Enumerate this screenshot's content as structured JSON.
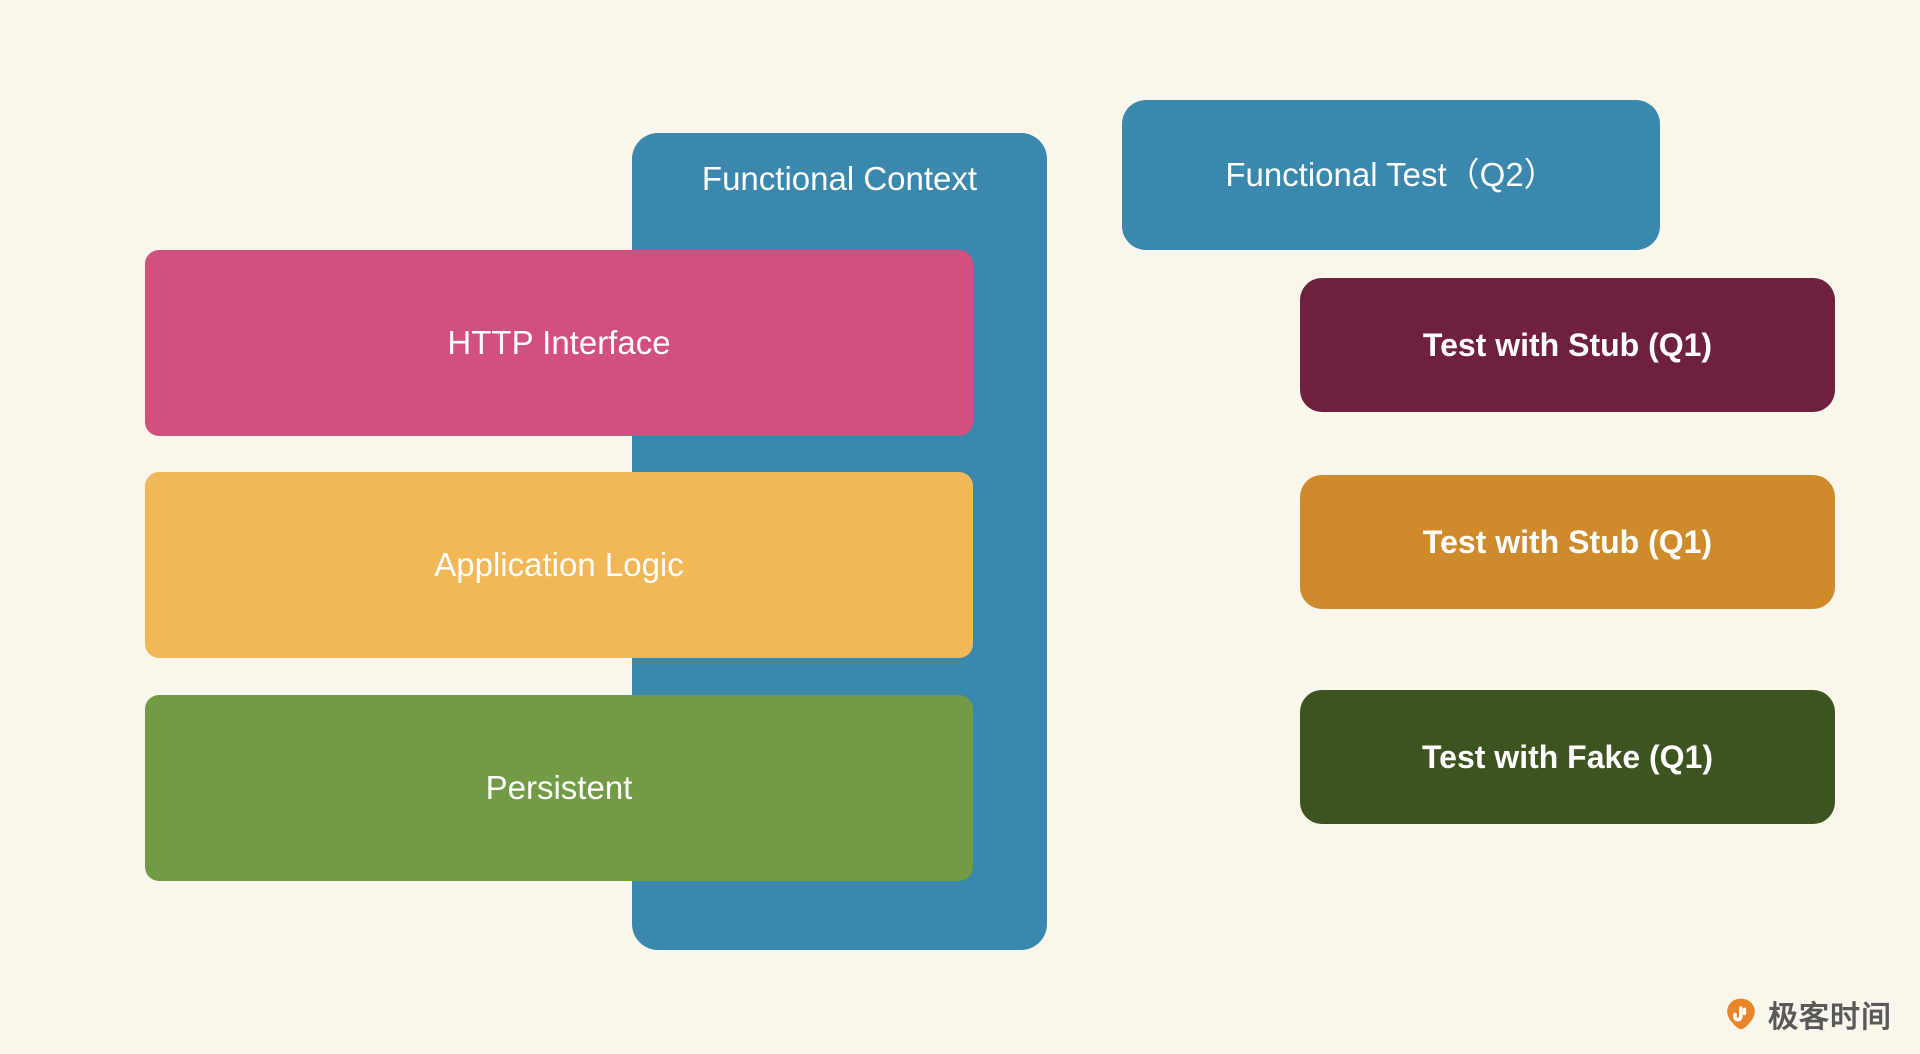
{
  "page": {
    "background_color": "#faf6ec",
    "title": "Functional Context and Test Scope Diagram"
  },
  "left_group": {
    "container": {
      "label": "Functional Context",
      "color": "#3a88ad"
    },
    "layers": [
      {
        "label": "HTTP Interface",
        "color": "#d2507f"
      },
      {
        "label": "Application Logic",
        "color": "#f2b756"
      },
      {
        "label": "Persistent",
        "color": "#739b45"
      }
    ]
  },
  "right_group": {
    "tests": [
      {
        "label": "Functional Test（Q2）",
        "color": "#3a88ad"
      },
      {
        "label": "Test with Stub (Q1)",
        "color": "#70203f"
      },
      {
        "label": "Test with Stub (Q1)",
        "color": "#cf8b2b"
      },
      {
        "label": "Test with Fake (Q1)",
        "color": "#3d5420"
      }
    ]
  },
  "watermark": {
    "text": "极客时间",
    "icon": "geektime-logo-icon",
    "color": "#e8852a"
  }
}
